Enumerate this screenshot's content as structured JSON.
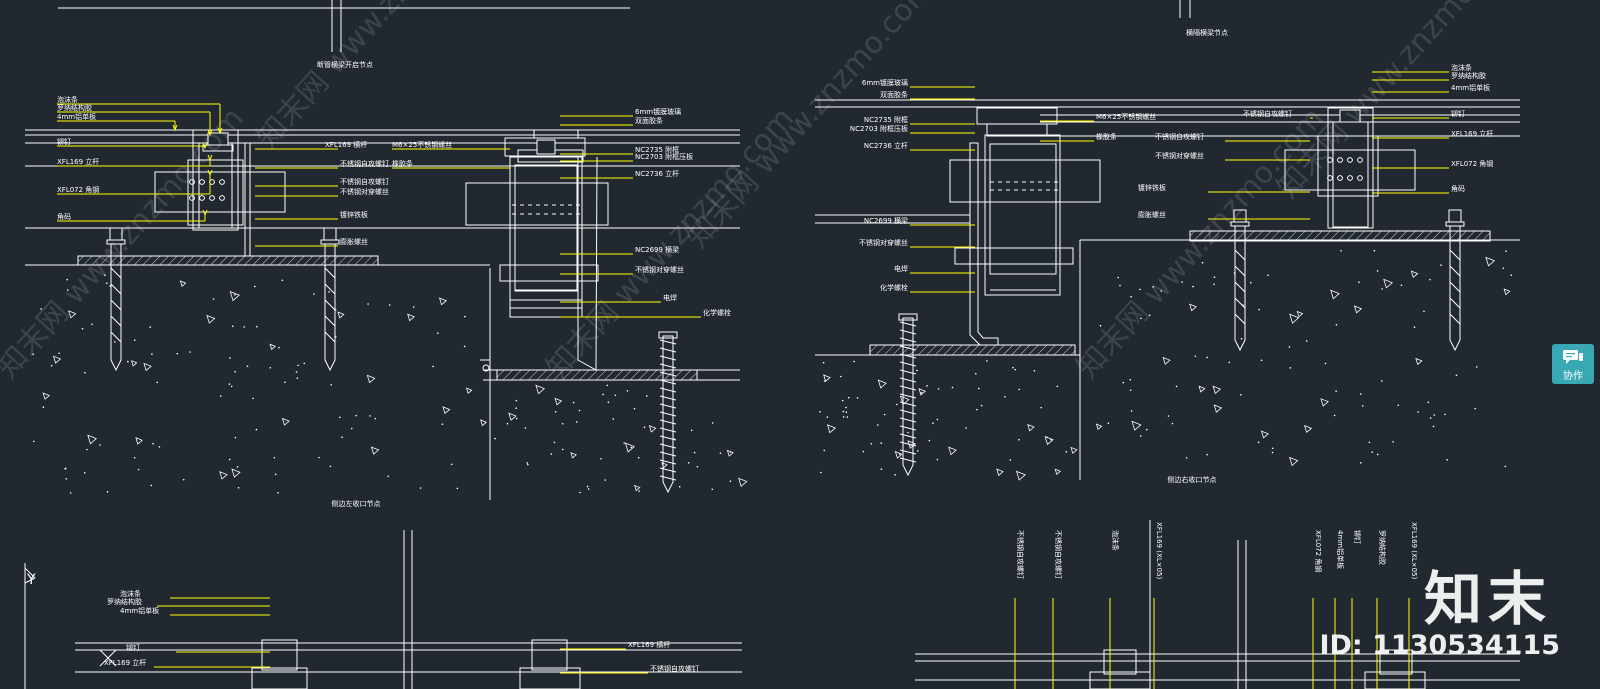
{
  "colors": {
    "background": "#212830",
    "line": "#ffffff",
    "leader": "#ffff00",
    "gray": "#9aa0a6",
    "watermark": "#ffffff",
    "button": "#38a9b4"
  },
  "captions": {
    "top_left": "断管横梁开启节点",
    "top_right": "横隔横梁节点",
    "mid_left": "侧边左收口节点",
    "mid_right": "侧边右收口节点"
  },
  "view_axis_label": "Y",
  "watermark": {
    "logo": "知末",
    "id": "ID: 1130534115",
    "diagonal": "知末网 www.znzmo.com"
  },
  "collab_button": {
    "label": "协作",
    "icon": "chat-icon"
  },
  "callouts_d1": [
    "泡沫条",
    "罗纳结构胶",
    "4mm铝单板",
    "铆钉",
    "XFL169 立杆",
    "XFL072 角钢",
    "角码",
    "XFL169 横杆",
    "不锈钢自攻螺钉",
    "不锈钢自攻螺钉",
    "不锈钢对穿螺丝",
    "镀锌铁板",
    "膨胀螺丝"
  ],
  "callouts_d2": [
    "6mm镀膜玻璃",
    "双面胶条",
    "M6×25不锈钢螺丝",
    "NC2735 附框",
    "NC2703 附框压板",
    "橡胶条",
    "NC2736 立杆",
    "NC2699 横梁",
    "不锈钢对穿螺丝",
    "电焊",
    "化学螺栓"
  ],
  "callouts_d3": [
    "6mm镀膜玻璃",
    "双面胶条",
    "NC2735 附框",
    "NC2703 附框压板",
    "NC2736 立杆",
    "M6×25不锈钢螺丝",
    "橡胶条",
    "NC2699 横梁",
    "不锈钢对穿螺丝",
    "电焊",
    "化学螺栓"
  ],
  "callouts_d4": [
    "泡沫条",
    "罗纳结构胶",
    "4mm铝单板",
    "铆钉",
    "XFL169 立杆",
    "不锈钢自攻螺钉",
    "不锈钢自攻螺钉",
    "不锈钢对穿螺丝",
    "XFL072 角钢",
    "镀锌铁板",
    "角码",
    "膨胀螺丝"
  ],
  "callouts_d5": [
    "泡沫条",
    "罗纳结构胶",
    "4mm铝单板",
    "铆钉",
    "XFL169 立杆",
    "XFL169 横杆",
    "不锈钢自攻螺钉"
  ],
  "callouts_d6_vertical": [
    "不锈钢自攻螺钉",
    "不锈钢自攻螺钉",
    "泡沫条",
    "XFL169 (XL×05)",
    "XFL072 角钢",
    "4mm铝单板",
    "铆钉",
    "罗纳结构胶",
    "XFL169 (XL×05)"
  ]
}
